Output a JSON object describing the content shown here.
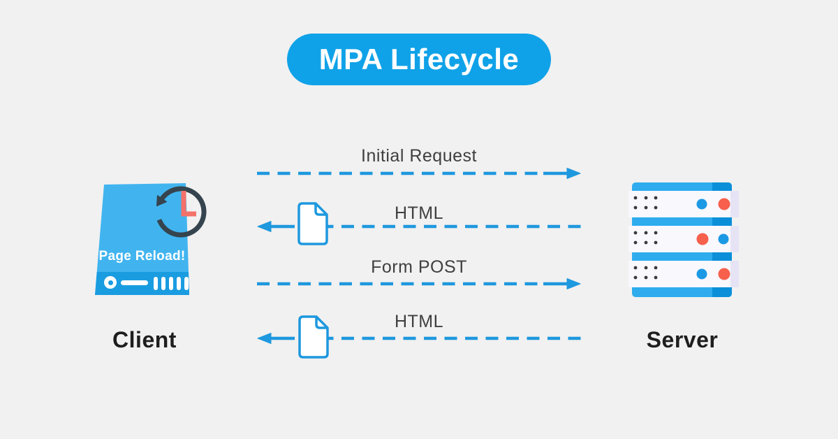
{
  "title": {
    "text": "MPA Lifecycle"
  },
  "nodes": {
    "client": {
      "label": "Client",
      "badge": "Page Reload!"
    },
    "server": {
      "label": "Server"
    }
  },
  "flows": [
    {
      "label": "Initial Request",
      "direction": "client-to-server",
      "document_icon": false
    },
    {
      "label": "HTML",
      "direction": "server-to-client",
      "document_icon": true
    },
    {
      "label": "Form POST",
      "direction": "client-to-server",
      "document_icon": false
    },
    {
      "label": "HTML",
      "direction": "server-to-client",
      "document_icon": true
    }
  ],
  "colors": {
    "background": "#f1f1f1",
    "title_pill": "#10a2e8",
    "arrow_blue": "#1e98de",
    "client_body": "#41b4ef",
    "client_strip": "#1a9ce1",
    "server_bar": "#2eacee",
    "server_bar_dark": "#0b8fd8",
    "server_panel": "#f8f8fd",
    "server_panel_shadow": "#e6e4f4",
    "server_led_blue": "#1c99e4",
    "server_led_red": "#f6604c",
    "clock_ring": "#35444e",
    "clock_hand": "#f4716a",
    "caption_text": "#1e1e1e",
    "flow_text": "#3f3f3f"
  }
}
